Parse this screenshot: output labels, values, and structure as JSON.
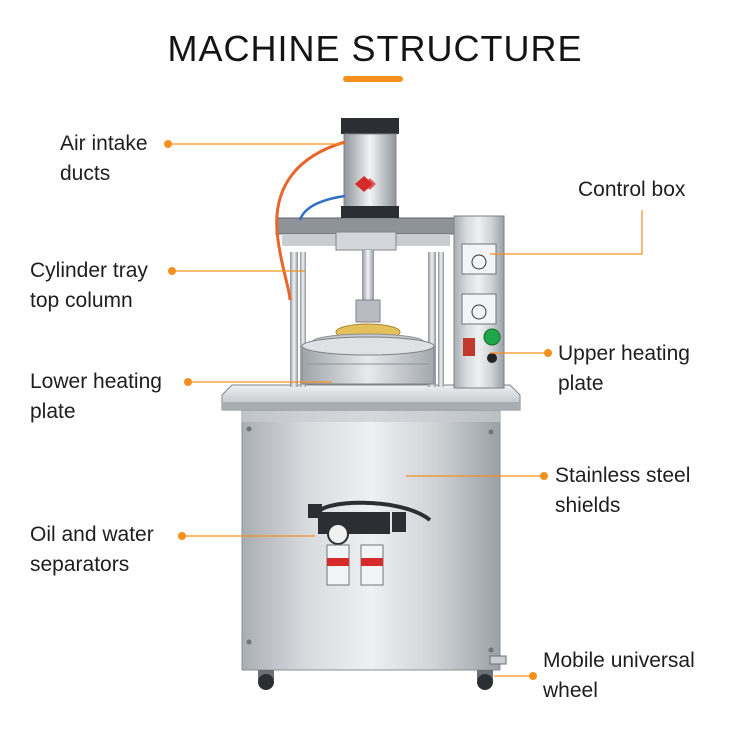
{
  "header": {
    "title": "MACHINE STRUCTURE",
    "accent_color": "#f5901e"
  },
  "labels": [
    {
      "id": "air-intake",
      "lines": [
        "Air intake",
        "ducts"
      ]
    },
    {
      "id": "control-box",
      "lines": [
        "Control box"
      ]
    },
    {
      "id": "cylinder-tray",
      "lines": [
        "Cylinder tray",
        "top column"
      ]
    },
    {
      "id": "upper-heating",
      "lines": [
        "Upper heating",
        "plate"
      ]
    },
    {
      "id": "lower-heating",
      "lines": [
        "Lower heating",
        "plate"
      ]
    },
    {
      "id": "stainless-shields",
      "lines": [
        "Stainless steel",
        "shields"
      ]
    },
    {
      "id": "oil-water",
      "lines": [
        "Oil and water",
        "separators"
      ]
    },
    {
      "id": "mobile-wheel",
      "lines": [
        "Mobile universal",
        "wheel"
      ]
    }
  ],
  "colors": {
    "leader": "#f5901e",
    "steel_light": "#e6e8ea",
    "steel_dark": "#9ca2a8",
    "air_hose": "#e8652b",
    "cylinder_label": "#d62b2b",
    "knob": "#1fa64a"
  }
}
